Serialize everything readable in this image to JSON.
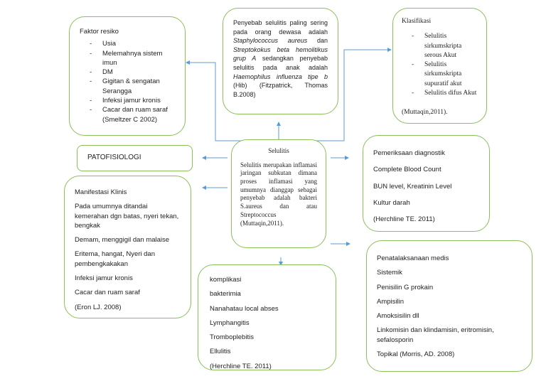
{
  "faktor": {
    "title": "Faktor resiko",
    "items": [
      "Usia",
      "Melemahnya sistem imun",
      "DM",
      "Gigitan & sengatan Serangga",
      "Infeksi jamur kronis",
      "Cacar dan ruam saraf"
    ],
    "ref": "(Smeltzer C 2002)"
  },
  "penyebab": {
    "t1": "Penyebab selulitis paling sering pada orang dewasa adalah ",
    "i1": "Staphylococcus aureus",
    "t2": " dan ",
    "i2": "Streptokokus beta hemolitikus grup A",
    "t3": " sedangkan penyebab selulitis pada anak adalah ",
    "i3": "Haemophilus influenza tipe b",
    "t4": " (Hib) (Fitzpatrick, Thomas B.2008)"
  },
  "klasifikasi": {
    "title": "Klasifikasi",
    "items": [
      "Selulitis sirkumskripta serous Akut",
      "Selulitis sirkumskripta supuratif akut",
      "Selulitis difus Akut"
    ],
    "ref": "(Muttaqin,2011)."
  },
  "patofisiologi": "PATOFISIOLOGI",
  "selulitis": {
    "title": "Selulitis",
    "body": "Selulitis merupakan inflamasi jaringan subkutan dimana proses inflamasi yang umumnya dianggap sebagai penyebab adalah bakteri S.aureus dan atau Streptococcus",
    "ref": "(Muttaqin,2011)."
  },
  "pemeriksaan": {
    "items": [
      "Pemeriksaan diagnostik",
      "Complete Blood Count",
      "BUN level, Kreatinin Level",
      "Kultur darah",
      "(Herchline TE. 2011)"
    ]
  },
  "manifestasi": {
    "items": [
      "Manifestasi Klinis",
      "Pada umumnya ditandai kemerahan dgn batas, nyeri tekan, bengkak",
      "Demam, menggigil dan malaise",
      "Eritema, hangat, Nyeri dan pembengkakakan",
      "Infeksi jamur kronis",
      "Cacar dan ruam saraf",
      "(Eron LJ. 2008)"
    ]
  },
  "komplikasi": {
    "items": [
      "komplikasi",
      "bakterimia",
      "Nanahatau local abses",
      "Lymphangitis",
      "Tromboplebitis",
      "Ellulitis",
      "(Herchline TE. 2011)"
    ]
  },
  "penatalaksanaan": {
    "items": [
      "Penatalaksanaan medis",
      "Sistemik",
      "Penisilin G prokain",
      "Ampisilin",
      "Amoksisilin dll",
      "Linkomisin dan klindamisin, eritromisin, sefalosporin",
      "Topikal (Morris, AD. 2008)"
    ]
  },
  "colors": {
    "border": "#8bbf5a",
    "arrow": "#5b9bd5"
  }
}
